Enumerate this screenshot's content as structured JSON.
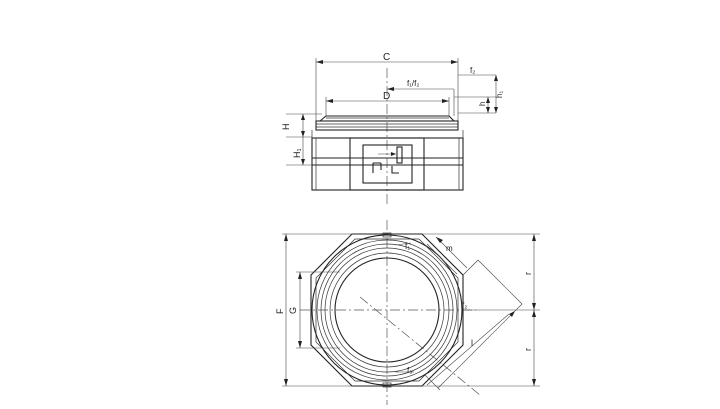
{
  "labels": {
    "C": "C",
    "D": "D",
    "f2_top": "f₂",
    "f1f2": "f₁/f₂",
    "h": "h",
    "h1": "h₁",
    "H": "H",
    "H1": "H₁",
    "F": "F",
    "G": "G",
    "r_upper": "r",
    "r_lower": "r",
    "m": "m",
    "l": "l",
    "f2_side": "f₂",
    "f1_circle": "f₁",
    "f3": "f₃"
  }
}
